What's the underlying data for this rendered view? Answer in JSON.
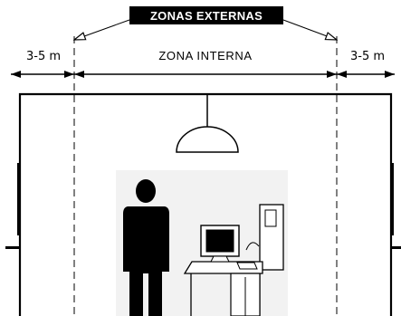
{
  "labels": {
    "external_zones": "ZONAS EXTERNAS",
    "internal_zone": "ZONA INTERNA",
    "left_distance": "3-5 m",
    "right_distance": "3-5 m"
  },
  "icons": [
    "ceiling-lamp-icon",
    "person-silhouette-icon",
    "computer-workstation-icon"
  ],
  "colors": {
    "ink": "#000000",
    "background": "#ffffff"
  }
}
